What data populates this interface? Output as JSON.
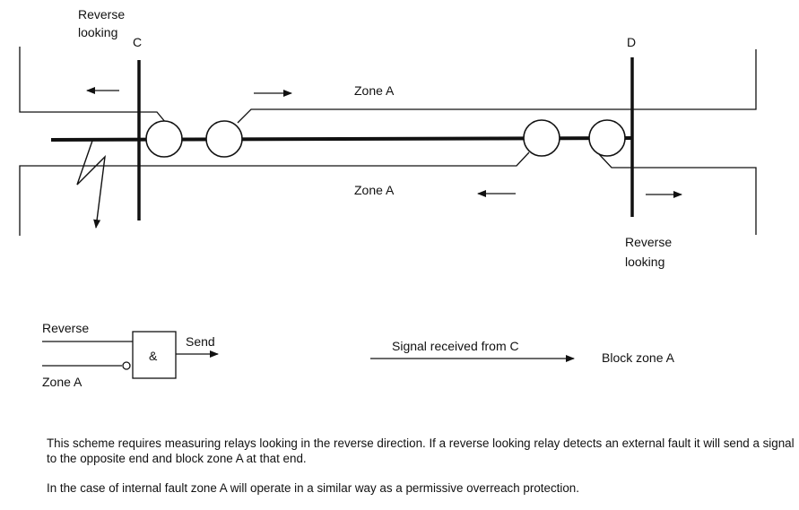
{
  "diagram": {
    "labels": {
      "reverse_looking_top_l1": "Reverse",
      "reverse_looking_top_l2": "looking",
      "bus_c": "C",
      "bus_d": "D",
      "zone_a_top": "Zone A",
      "zone_a_bottom": "Zone A",
      "reverse_looking_bottom_l1": "Reverse",
      "reverse_looking_bottom_l2": "looking"
    },
    "logic": {
      "input_reverse": "Reverse",
      "input_zone_a": "Zone A",
      "gate": "&",
      "output": "Send"
    },
    "signal": {
      "label": "Signal received from C",
      "result": "Block zone A"
    }
  },
  "description": {
    "paragraph_1": "This scheme requires measuring relays looking in the reverse direction. If a reverse looking relay detects an external fault it will send a signal to the opposite end and block zone A at that end.",
    "paragraph_2": "In the case of internal fault zone A will operate in a similar way as a permissive overreach protection."
  },
  "colors": {
    "ink": "#111111",
    "background": "#ffffff"
  }
}
